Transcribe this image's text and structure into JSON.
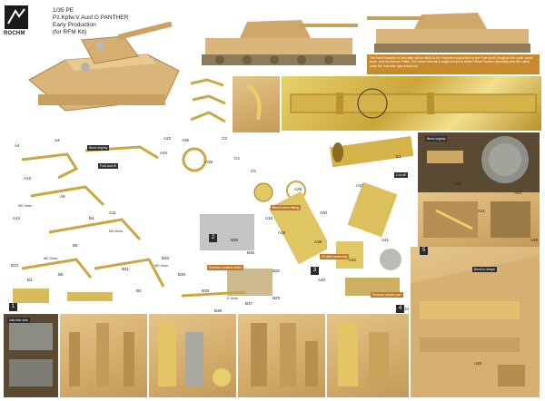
{
  "header": {
    "brand": "ROCHM",
    "title_lines": [
      "1/35 PE",
      "Pz.Kpfw.V Ausf.G PANTHER",
      "Early Production",
      "(for RFM Kit)"
    ]
  },
  "notes": {
    "top_note": "Two bent brackets in this plate will be fitted to the Panthers supported by the Fuel turret, lengthen the outer cover plate, and the Armour Plate. The tubes internal & angle of tube is drilled. Rear Panther assembly and the cabin plate the rear-side light shield etc."
  },
  "part_labels": {
    "a4": "A4",
    "a3": "A3",
    "a36": "A36",
    "a35": "A35",
    "a33": "A33",
    "a13": "A13",
    "a9": "A9",
    "a12": "A12",
    "a11": "A11",
    "b4": "B4",
    "b5": "B5",
    "b6": "B6",
    "b13": "B13",
    "b1": "B1",
    "b21": "B21",
    "b23": "B23",
    "b2": "B2",
    "b38": "B38",
    "b30": "B30",
    "b32": "B32",
    "b29": "B29",
    "c3": "C3",
    "c4": "C4",
    "c5": "C5",
    "a28": "A28",
    "a30": "A30",
    "e1": "E1",
    "a37": "A37",
    "a38": "A38",
    "a42": "A42",
    "a41": "A41",
    "a20": "A20",
    "a21": "A21",
    "a43": "A43",
    "a45": "A45",
    "b34": "B34",
    "a25": "A25",
    "b35": "B35",
    "b36": "B36",
    "b37": "B37",
    "a40": "A40",
    "a34": "A34",
    "b39": "B39",
    "a18": "A18",
    "a19": "A19"
  },
  "tags": {
    "t1": "Bend slightly",
    "t2": "Fold and fit",
    "t3": "Cut off",
    "t4": "Bend before fitting",
    "t5": "Remove molded detail",
    "t6": "Bend slightly",
    "t7": "Use thin wire",
    "t8": "Fit after assembly",
    "t9": "Bend to shape",
    "t10": "Remove plastic part"
  },
  "dims": {
    "d1": "Ø0.3mm",
    "d2": "Ø0.5mm",
    "d3": "Ø0.3mm",
    "d4": "Ø0.4mm",
    "d5": "0.3mm"
  },
  "steps": {
    "s1": "1",
    "s2": "2",
    "s3": "3",
    "s4": "4",
    "s5": "5"
  }
}
